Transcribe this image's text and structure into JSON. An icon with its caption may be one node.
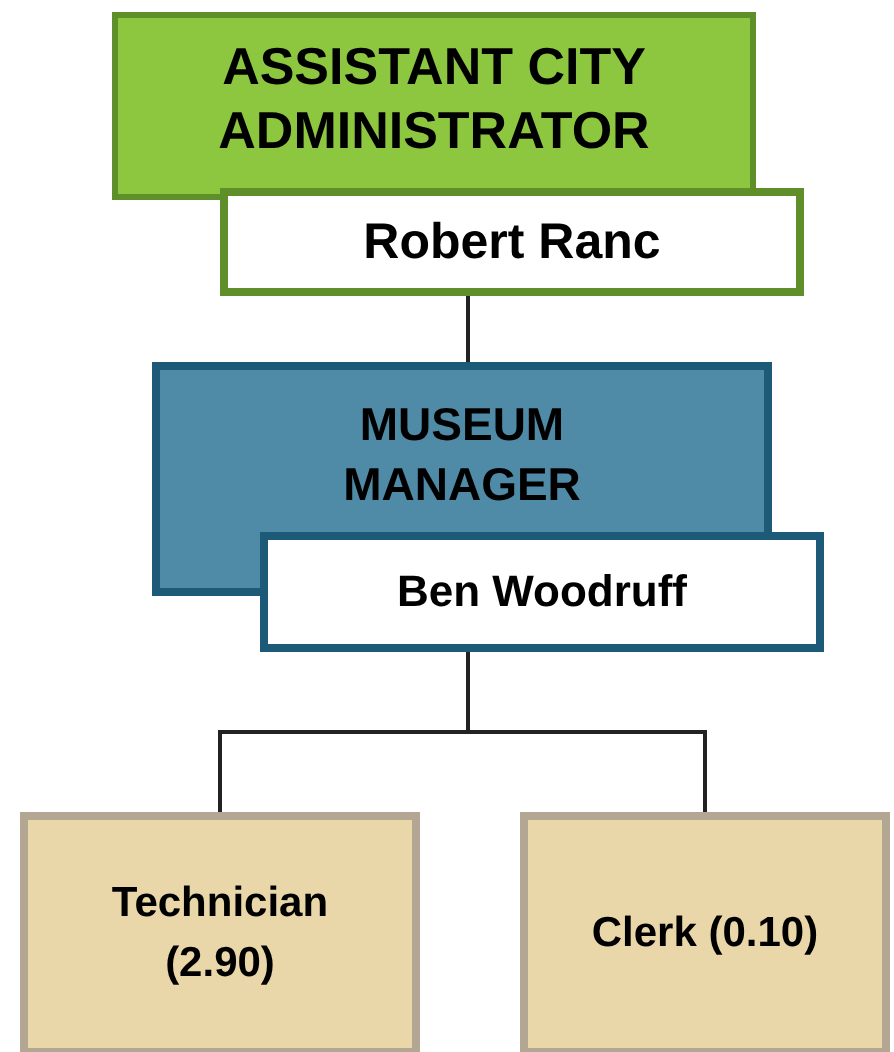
{
  "diagram": {
    "nodes": [
      {
        "text": [
          "ASSISTANT CITY ADMINISTRATOR"
        ]
      },
      {
        "text": [
          "Robert Ranc"
        ]
      },
      {
        "text": [
          "MUSEUM MANAGER"
        ]
      },
      {
        "text": [
          "Ben Woodruff"
        ]
      },
      {
        "text": [
          "Technician (2.90)"
        ]
      },
      {
        "text": [
          "Clerk (0.10)"
        ]
      }
    ],
    "edges": [
      {
        "from": 1,
        "to": 2,
        "arrow": "none"
      },
      {
        "from": 3,
        "to": 4,
        "arrow": "none"
      },
      {
        "from": 3,
        "to": 5,
        "arrow": "none"
      }
    ]
  }
}
